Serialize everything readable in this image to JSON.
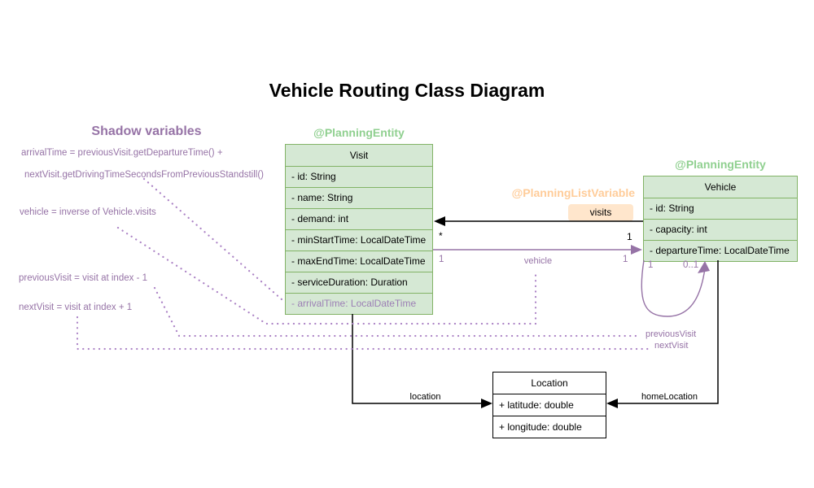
{
  "title": "Vehicle Routing Class Diagram",
  "shadow": {
    "heading": "Shadow variables",
    "formula_arrival_1": "arrivalTime = previousVisit.getDepartureTime() +",
    "formula_arrival_2": "nextVisit.getDrivingTimeSecondsFromPreviousStandstill()",
    "formula_vehicle": "vehicle = inverse of Vehicle.visits",
    "formula_previous": "previousVisit = visit at index - 1",
    "formula_next": "nextVisit = visit at index + 1"
  },
  "visit": {
    "annotation": "@PlanningEntity",
    "name": "Visit",
    "fields": [
      "- id: String",
      "- name: String",
      "- demand: int",
      "- minStartTime: LocalDateTime",
      "- maxEndTime: LocalDateTime",
      "- serviceDuration: Duration"
    ],
    "shadow_field": "- arrivalTime: LocalDateTime"
  },
  "vehicle": {
    "annotation": "@PlanningEntity",
    "name": "Vehicle",
    "fields": [
      "- id: String",
      "- capacity: int",
      "- departureTime: LocalDateTime"
    ]
  },
  "location": {
    "name": "Location",
    "fields": [
      "+ latitude: double",
      "+ longitude: double"
    ]
  },
  "edges": {
    "visits": {
      "annotation": "@PlanningListVariable",
      "label": "visits",
      "visit_mult": "*",
      "vehicle_mult": "1"
    },
    "vehicle_ref": {
      "label": "vehicle",
      "visit_mult": "1",
      "vehicle_mult": "1"
    },
    "chain_loop": {
      "source_mult": "1",
      "target_mult": "0..1",
      "previous_label": "previousVisit",
      "next_label": "nextVisit"
    },
    "location_ref": {
      "label": "location"
    },
    "home_location_ref": {
      "label": "homeLocation"
    }
  },
  "colors": {
    "entity_fill": "#d5e8d4",
    "entity_border": "#82b366",
    "entity_annotation_text": "#90d090",
    "list_variable_text": "#ffcc99",
    "badge_fill": "#ffe6cc",
    "shadow_purple": "#9673a6",
    "dotted_connector": "#ab82c5",
    "plain_class_border": "#000000"
  }
}
